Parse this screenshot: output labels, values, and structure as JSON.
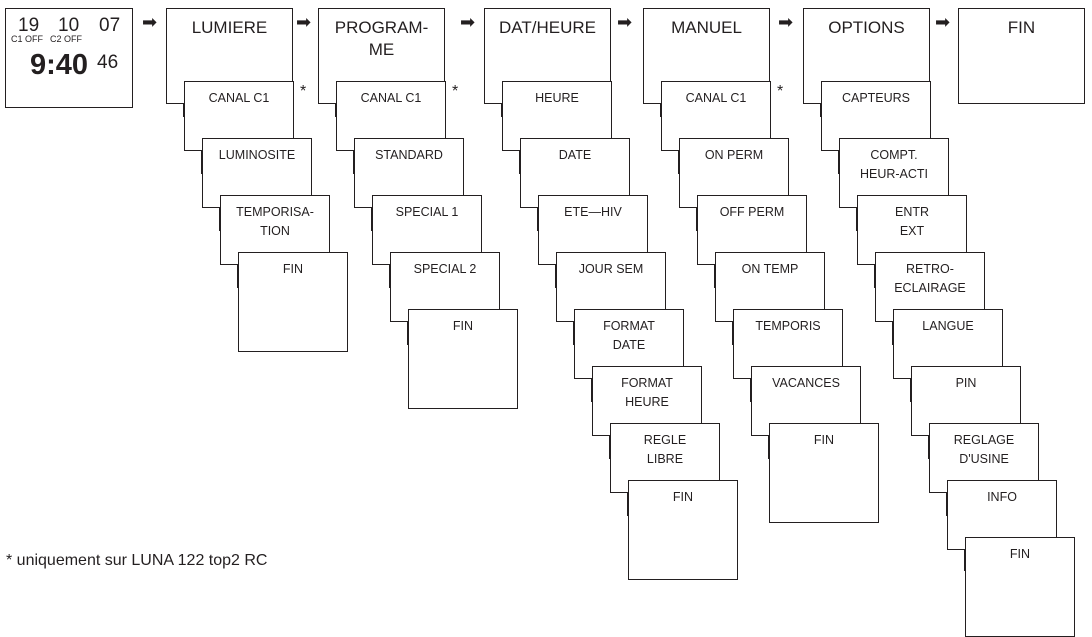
{
  "display": {
    "date_day": "19",
    "date_month": "10",
    "date_year": "07",
    "status_c1": "C1 OFF",
    "status_c2": "C2 OFF",
    "time_main": "9:40",
    "time_seconds": "46"
  },
  "arrow_glyph": "➡",
  "star_glyph": "*",
  "columns": [
    {
      "id": "lumiere",
      "title": [
        "LUMIERE"
      ],
      "items": [
        {
          "lines": [
            "CANAL C1"
          ],
          "star": true
        },
        {
          "lines": [
            "LUMINOSITE"
          ]
        },
        {
          "lines": [
            "TEMPORISA-",
            "TION"
          ]
        },
        {
          "lines": [
            "FIN"
          ]
        }
      ]
    },
    {
      "id": "programme",
      "title": [
        "PROGRAM-",
        "ME"
      ],
      "items": [
        {
          "lines": [
            "CANAL C1"
          ],
          "star": true
        },
        {
          "lines": [
            "STANDARD"
          ]
        },
        {
          "lines": [
            "SPECIAL 1"
          ]
        },
        {
          "lines": [
            "SPECIAL 2"
          ]
        },
        {
          "lines": [
            "FIN"
          ]
        }
      ]
    },
    {
      "id": "dat-heure",
      "title": [
        "DAT/HEURE"
      ],
      "items": [
        {
          "lines": [
            "HEURE"
          ]
        },
        {
          "lines": [
            "DATE"
          ]
        },
        {
          "lines": [
            "ETE—HIV"
          ]
        },
        {
          "lines": [
            "JOUR SEM"
          ]
        },
        {
          "lines": [
            "FORMAT",
            "DATE"
          ]
        },
        {
          "lines": [
            "FORMAT",
            "HEURE"
          ]
        },
        {
          "lines": [
            "REGLE",
            "LIBRE"
          ]
        },
        {
          "lines": [
            "FIN"
          ]
        }
      ]
    },
    {
      "id": "manuel",
      "title": [
        "MANUEL"
      ],
      "items": [
        {
          "lines": [
            "CANAL C1"
          ],
          "star": true
        },
        {
          "lines": [
            "ON PERM"
          ]
        },
        {
          "lines": [
            "OFF PERM"
          ]
        },
        {
          "lines": [
            "ON TEMP"
          ]
        },
        {
          "lines": [
            "TEMPORIS"
          ]
        },
        {
          "lines": [
            "VACANCES"
          ]
        },
        {
          "lines": [
            "FIN"
          ]
        }
      ]
    },
    {
      "id": "options",
      "title": [
        "OPTIONS"
      ],
      "items": [
        {
          "lines": [
            "CAPTEURS"
          ]
        },
        {
          "lines": [
            "COMPT.",
            "HEUR-ACTI"
          ]
        },
        {
          "lines": [
            "ENTR",
            "EXT"
          ]
        },
        {
          "lines": [
            "RETRO-",
            "ECLAIRAGE"
          ]
        },
        {
          "lines": [
            "LANGUE"
          ]
        },
        {
          "lines": [
            "PIN"
          ]
        },
        {
          "lines": [
            "REGLAGE",
            "D'USINE"
          ]
        },
        {
          "lines": [
            "INFO"
          ]
        },
        {
          "lines": [
            "FIN"
          ]
        }
      ]
    },
    {
      "id": "fin",
      "title": [
        "FIN"
      ],
      "items": []
    }
  ],
  "footnote": "* uniquement sur LUNA 122 top2 RC"
}
